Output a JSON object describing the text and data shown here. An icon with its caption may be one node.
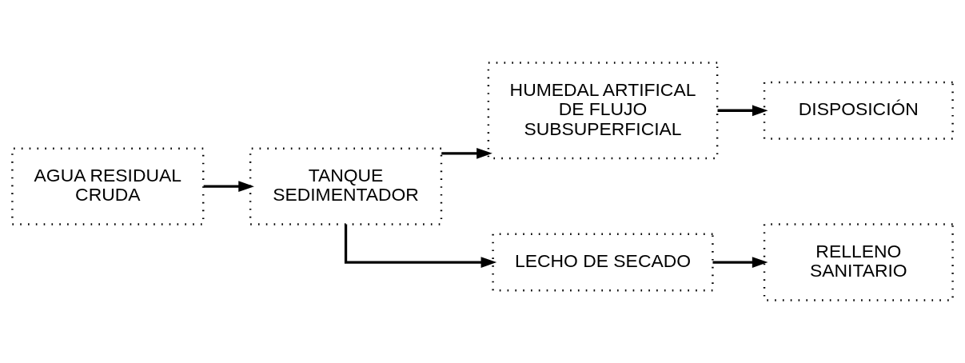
{
  "diagram": {
    "nodes": [
      {
        "text": [
          "AGUA RESIDUAL CRUDA"
        ]
      },
      {
        "text": [
          "TANQUE SEDIMENTADOR"
        ]
      },
      {
        "text": [
          "HUMEDAL ARTIFICAL DE FLUJO SUBSUPERFICIAL"
        ]
      },
      {
        "text": [
          "DISPOSICIÓN"
        ]
      },
      {
        "text": [
          "LECHO DE SECADO"
        ]
      },
      {
        "text": [
          "RELLENO SANITARIO"
        ]
      }
    ],
    "edges": [
      {
        "from": 0,
        "to": 1,
        "arrow": "to"
      },
      {
        "from": 1,
        "to": 2,
        "arrow": "to"
      },
      {
        "from": 2,
        "to": 3,
        "arrow": "to"
      },
      {
        "from": 1,
        "to": 4,
        "arrow": "to"
      },
      {
        "from": 4,
        "to": 5,
        "arrow": "to"
      }
    ]
  }
}
